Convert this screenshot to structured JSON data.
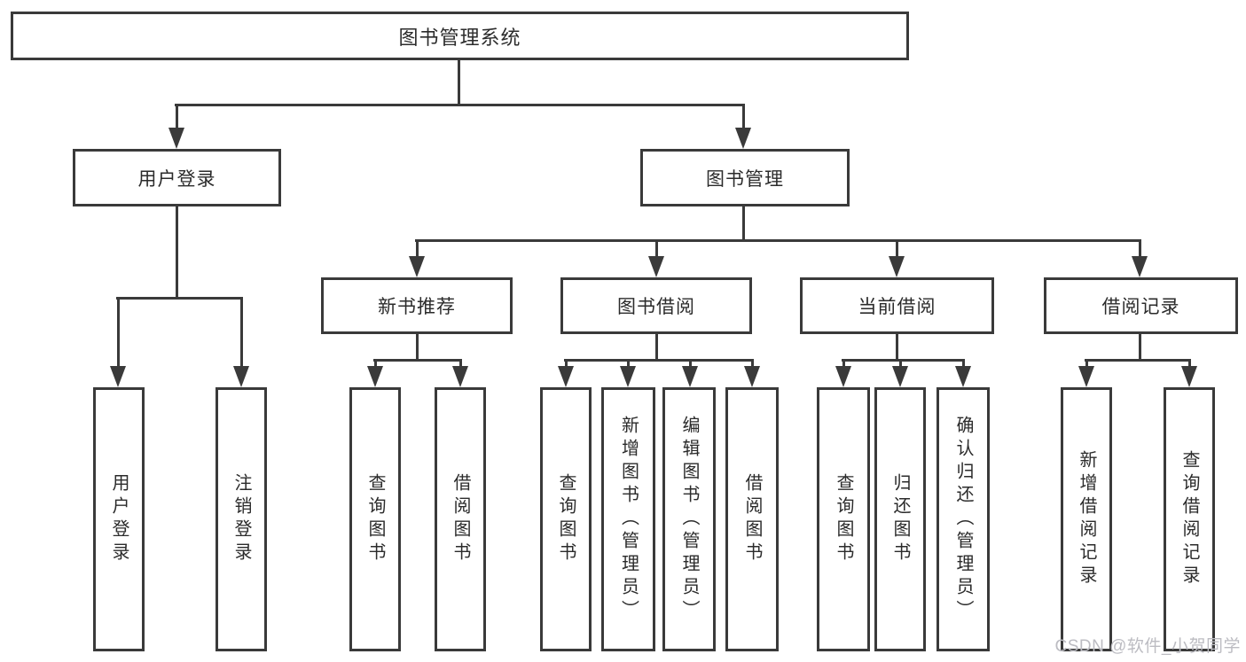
{
  "diagram_title": "图书管理系统",
  "tree": {
    "label": "图书管理系统",
    "children": [
      {
        "label": "用户登录",
        "children": [
          {
            "label": "用户登录"
          },
          {
            "label": "注销登录"
          }
        ]
      },
      {
        "label": "图书管理",
        "children": [
          {
            "label": "新书推荐",
            "children": [
              {
                "label": "查询图书"
              },
              {
                "label": "借阅图书"
              }
            ]
          },
          {
            "label": "图书借阅",
            "children": [
              {
                "label": "查询图书"
              },
              {
                "label": "新增图书（管理员）"
              },
              {
                "label": "编辑图书（管理员）"
              },
              {
                "label": "借阅图书"
              }
            ]
          },
          {
            "label": "当前借阅",
            "children": [
              {
                "label": "查询图书"
              },
              {
                "label": "归还图书"
              },
              {
                "label": "确认归还（管理员）"
              }
            ]
          },
          {
            "label": "借阅记录",
            "children": [
              {
                "label": "新增借阅记录"
              },
              {
                "label": "查询借阅记录"
              }
            ]
          }
        ]
      }
    ]
  },
  "watermark": "CSDN @软件_小贺同学",
  "colors": {
    "line": "#3a3a3a",
    "text": "#2b2b2b",
    "background": "#ffffff",
    "watermark": "#bcbcc2"
  }
}
